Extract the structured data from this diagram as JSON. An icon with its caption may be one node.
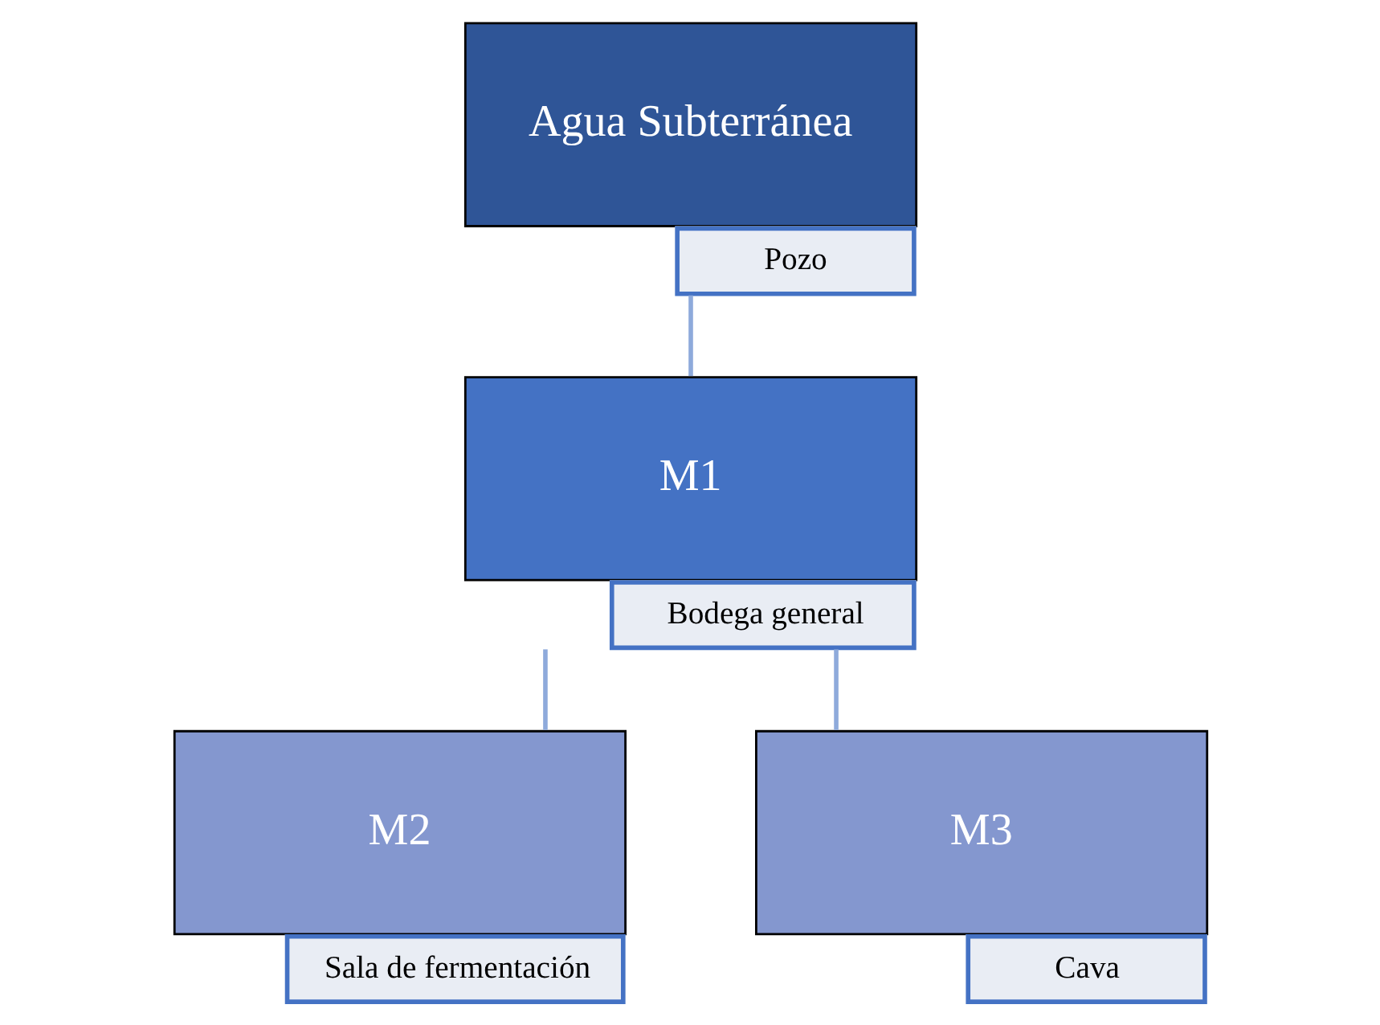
{
  "diagram": {
    "nodes": [
      {
        "text": [
          "Agua Subterránea",
          "Pozo"
        ]
      },
      {
        "text": [
          "M1",
          "Bodega general"
        ]
      },
      {
        "text": [
          "M2",
          "Sala de fermentación"
        ]
      },
      {
        "text": [
          "M3",
          "Cava"
        ]
      }
    ],
    "edges": [
      {
        "from": 0,
        "to": 1,
        "arrow": "none"
      },
      {
        "from": 1,
        "to": 2,
        "arrow": "none"
      },
      {
        "from": 1,
        "to": 3,
        "arrow": "none"
      }
    ]
  }
}
